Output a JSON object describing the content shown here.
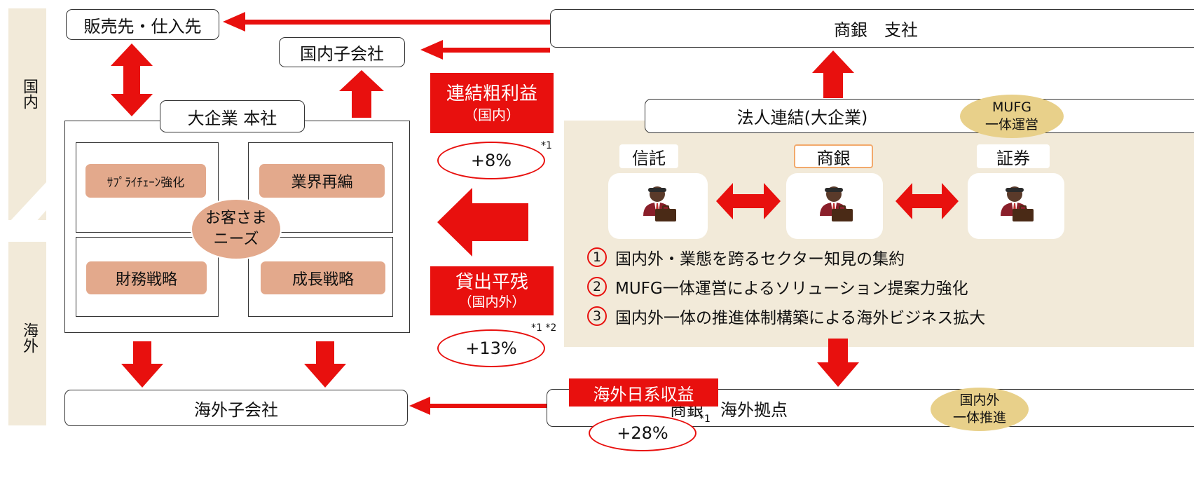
{
  "regions": {
    "domestic": "国内",
    "overseas": "海外"
  },
  "entities": {
    "customers_suppliers": "販売先・仕入先",
    "domestic_subsidiary": "国内子会社",
    "hq": "大企業 本社",
    "overseas_subsidiary": "海外子会社",
    "bank_branch": "商銀　支社",
    "corporate_consolidated": "法人連結(大企業)",
    "bank_overseas": "商銀　海外拠点"
  },
  "needs": {
    "center": "お客さまニーズ",
    "supply_chain": "ｻﾌﾟﾗｲﾁｪｰﾝ強化",
    "industry_realign": "業界再編",
    "financial_strategy": "財務戦略",
    "growth_strategy": "成長戦略"
  },
  "badges": {
    "mufg_unified": {
      "line1": "MUFG",
      "line2": "一体運営"
    },
    "global_unified": {
      "line1": "国内外",
      "line2": "一体推進"
    }
  },
  "group": {
    "trust": "信託",
    "bank": "商銀",
    "securities": "証券"
  },
  "metrics": {
    "gross_profit": {
      "label": "連結粗利益",
      "sub": "（国内）",
      "value": "+8%",
      "note": "*1"
    },
    "loan_balance": {
      "label": "貸出平残",
      "sub": "（国内外）",
      "value": "+13%",
      "note": "*1 *2"
    },
    "overseas_japanese": {
      "label": "海外日系収益",
      "value": "+28%",
      "note": "*1"
    }
  },
  "points": [
    {
      "num": "1",
      "text": "国内外・業態を跨るセクター知見の集約"
    },
    {
      "num": "2",
      "text": "MUFG一体運営によるソリューション提案力強化"
    },
    {
      "num": "3",
      "text": "国内外一体の推進体制構築による海外ビジネス拡大"
    }
  ],
  "colors": {
    "red": "#e8100e",
    "pill": "#e3a98c",
    "beige": "#f2ead9",
    "gold": "#e8d08a"
  },
  "icons": [
    "person-with-briefcase-icon"
  ]
}
